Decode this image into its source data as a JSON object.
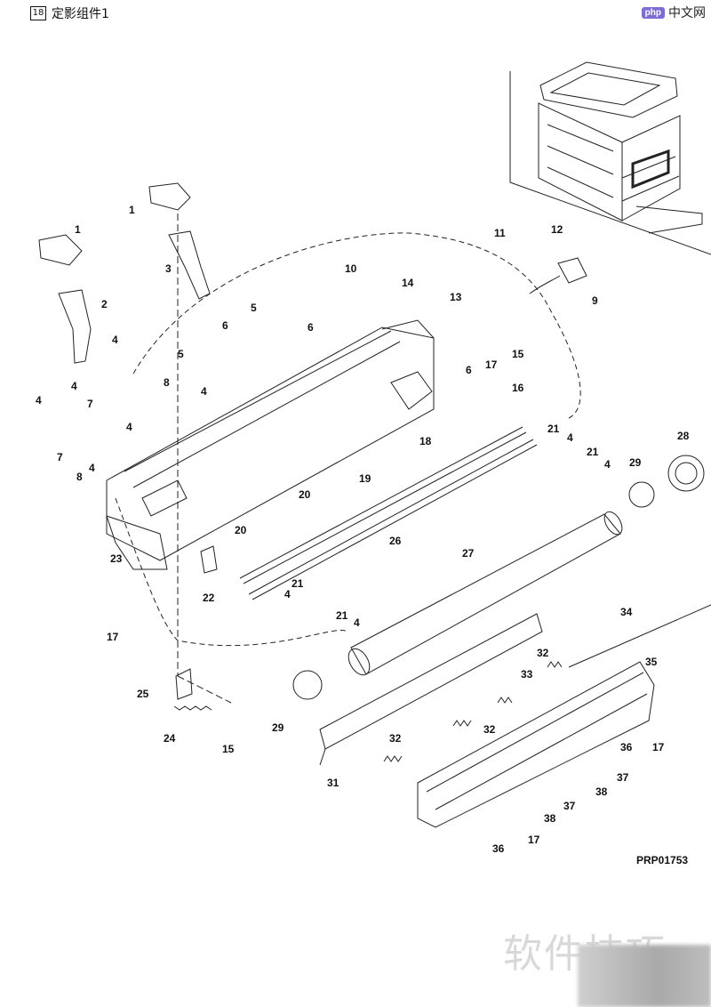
{
  "header": {
    "section_number": "18",
    "title": "定影组件1"
  },
  "logo": {
    "badge": "php",
    "text": "中文网"
  },
  "drawing_code": "PRP01753",
  "watermark": "软件技巧",
  "callouts": [
    "1",
    "1",
    "2",
    "3",
    "4",
    "4",
    "4",
    "4",
    "4",
    "4",
    "4",
    "4",
    "5",
    "5",
    "6",
    "6",
    "6",
    "7",
    "7",
    "8",
    "8",
    "9",
    "10",
    "11",
    "12",
    "13",
    "14",
    "15",
    "15",
    "16",
    "17",
    "17",
    "17",
    "17",
    "18",
    "19",
    "20",
    "20",
    "21",
    "21",
    "21",
    "21",
    "22",
    "23",
    "24",
    "25",
    "26",
    "27",
    "28",
    "29",
    "29",
    "31",
    "32",
    "32",
    "32",
    "33",
    "34",
    "35",
    "36",
    "36",
    "37",
    "37",
    "38",
    "38"
  ]
}
